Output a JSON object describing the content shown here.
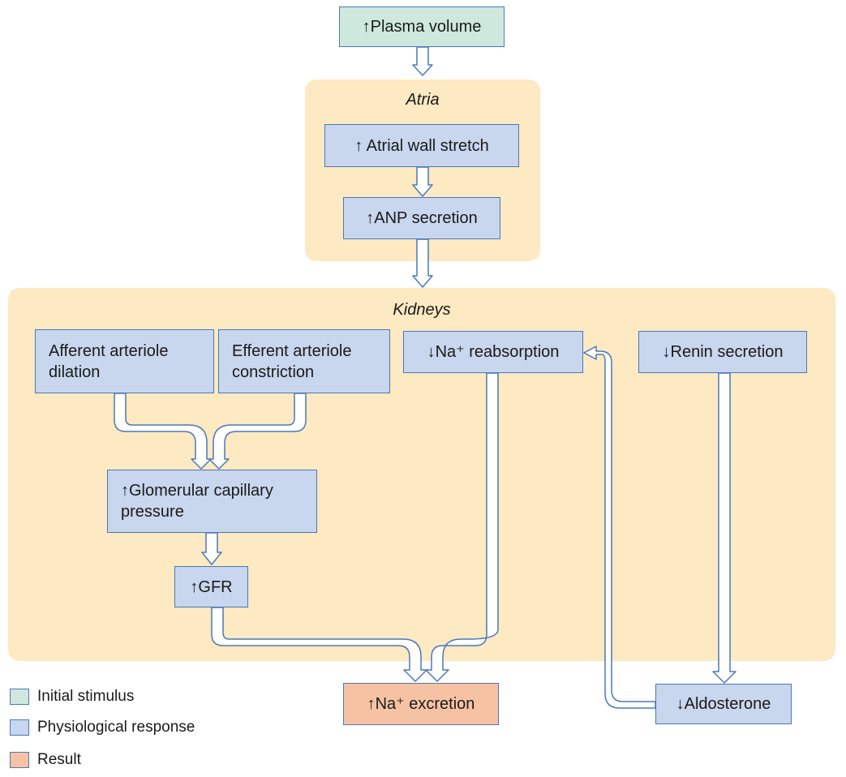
{
  "regions": {
    "atria": "Atria",
    "kidneys": "Kidneys"
  },
  "nodes": {
    "plasma_volume": "↑Plasma volume",
    "atrial_wall_stretch": "↑ Atrial wall stretch",
    "anp_secretion": "↑ANP secretion",
    "afferent_dilation": "Afferent arteriole\ndilation",
    "efferent_constriction": "Efferent arteriole\nconstriction",
    "na_reabsorption": "↓Na⁺ reabsorption",
    "renin_secretion": "↓Renin secretion",
    "glomerular_pressure": "↑Glomerular capillary\n  pressure",
    "gfr": "↑GFR",
    "na_excretion": "↑Na⁺ excretion",
    "aldosterone": "↓Aldosterone"
  },
  "legend": [
    {
      "label": "Initial stimulus",
      "color": "#cfe8dd"
    },
    {
      "label": "Physiological response",
      "color": "#c8d6ee"
    },
    {
      "label": "Result",
      "color": "#f6c2a4"
    }
  ],
  "colors": {
    "region_fill": "#fde9c2",
    "node_fill": "#c8d6ee",
    "node_border": "#4b79b8",
    "stimulus_fill": "#cfe8dd",
    "result_fill": "#f6c2a4"
  }
}
